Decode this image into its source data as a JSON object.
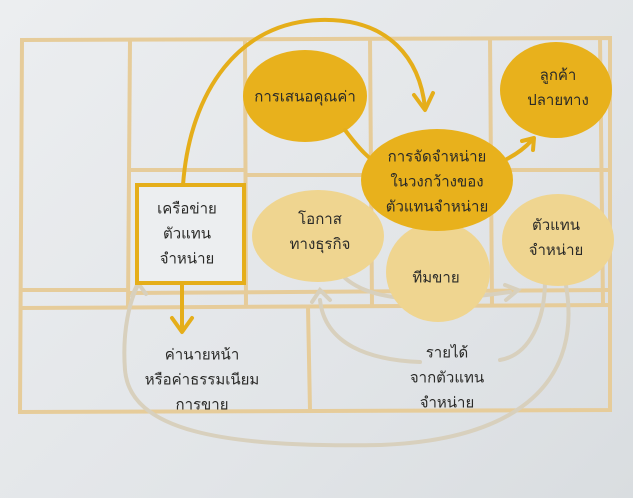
{
  "colors": {
    "primary_blob": "#e8b11c",
    "secondary_blob": "#efd590",
    "grid_line": "#e6cc9a",
    "flow_arrow": "#e5ae1a",
    "return_arrow": "#d8d0bd"
  },
  "nodes": {
    "value_proposition": [
      "การเสนอคุณค่า"
    ],
    "end_customers": [
      "ลูกค้า",
      "ปลายทาง"
    ],
    "wide_distribution": [
      "การจัดจำหน่าย",
      "ในวงกว้างของ",
      "ตัวแทนจำหน่าย"
    ],
    "business_opportunity": [
      "โอกาส",
      "ทางธุรกิจ"
    ],
    "sales_team": [
      "ทีมขาย"
    ],
    "distributors": [
      "ตัวแทน",
      "จำหน่าย"
    ],
    "distributor_network": [
      "เครือข่าย",
      "ตัวแทน",
      "จำหน่าย"
    ],
    "commission": [
      "ค่านายหน้า",
      "หรือค่าธรรมเนียม",
      "การขาย"
    ],
    "revenue": [
      "รายได้",
      "จากตัวแทน",
      "จำหน่าย"
    ]
  }
}
